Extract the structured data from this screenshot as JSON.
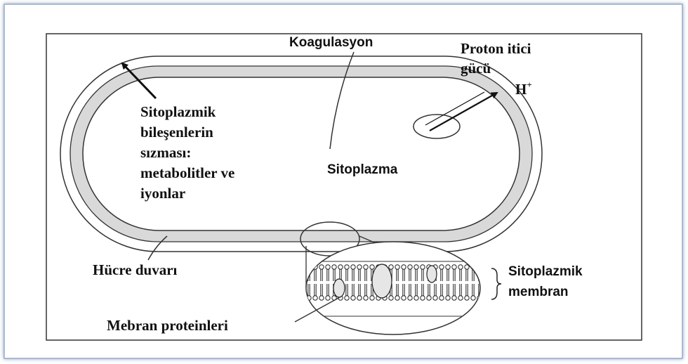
{
  "labels": {
    "coagulation": "Koagulasyon",
    "proton_line1": "Proton itici",
    "proton_line2": "gücü",
    "hydrogen": "H",
    "hydrogen_charge": "+",
    "leak_line1": "Sitoplazmik",
    "leak_line2": "bileşenlerin",
    "leak_line3": "sızması:",
    "leak_line4": "metabolitler ve",
    "leak_line5": "iyonlar",
    "cytoplasm": "Sitoplazma",
    "cell_wall": "Hücre duvarı",
    "membrane_line1": "Sitoplazmik",
    "membrane_line2": "membran",
    "membrane_proteins": "Mebran proteinleri"
  },
  "colors": {
    "outline": "#333333",
    "wall_fill": "#d9d9d9",
    "frame_shadow": "#7a8fb0"
  }
}
